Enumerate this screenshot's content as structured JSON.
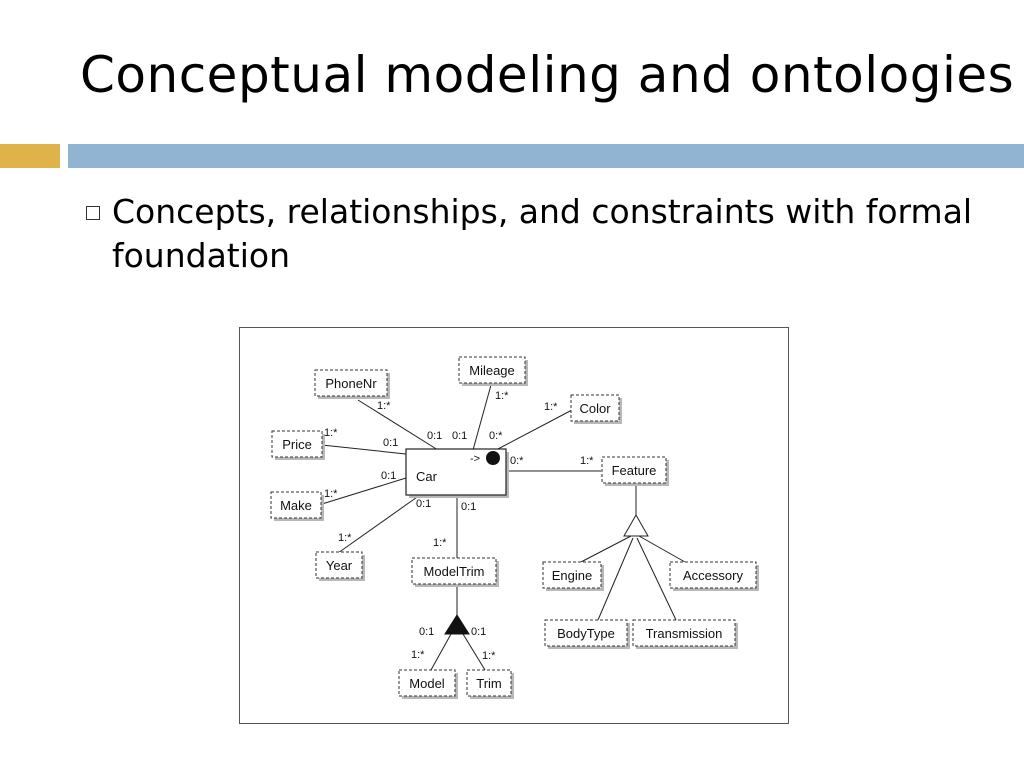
{
  "slide": {
    "title": "Conceptual modeling and ontologies",
    "bullet": "Concepts, relationships, and constraints with formal foundation"
  },
  "colors": {
    "accent_gold": "#dfb24a",
    "accent_blue": "#92b4d3"
  },
  "diagram": {
    "nodes": {
      "car": "Car",
      "phonenr": "PhoneNr",
      "mileage": "Mileage",
      "color": "Color",
      "price": "Price",
      "make": "Make",
      "year": "Year",
      "modeltrim": "ModelTrim",
      "feature": "Feature",
      "engine": "Engine",
      "accessory": "Accessory",
      "bodytype": "BodyType",
      "transmission": "Transmission",
      "model": "Model",
      "trim": "Trim"
    },
    "cardinalities": {
      "phonenr_side": "1:*",
      "phonenr_car": "0:1",
      "mileage_side": "1:*",
      "mileage_car": "0:1",
      "color_side": "1:*",
      "color_car": "0:*",
      "price_side": "1:*",
      "price_car": "0:1",
      "make_side": "1:*",
      "make_car": "0:1",
      "year_side": "1:*",
      "year_car": "0:1",
      "modeltrim_car": "0:1",
      "modeltrim_side": "1:*",
      "feature_car": "0:*",
      "feature_side": "1:*",
      "model_agg": "0:1",
      "model_side": "1:*",
      "trim_agg": "0:1",
      "trim_side": "1:*"
    },
    "arrow_label": "->"
  }
}
